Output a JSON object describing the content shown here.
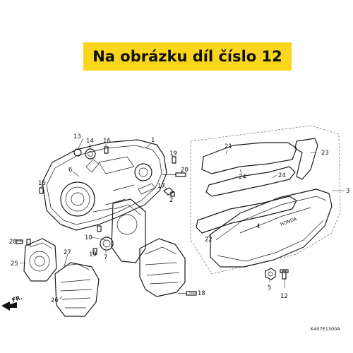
{
  "banner": {
    "text": "Na obrázku díl číslo 12",
    "color": "#f9d51c"
  },
  "labels": {
    "l1": "1",
    "l2": "2",
    "l3": "3",
    "l4": "4",
    "l5": "5",
    "l6": "6",
    "l7": "7",
    "l10": "10",
    "l12": "12",
    "l13": "13",
    "l14": "14",
    "l16a": "16",
    "l16b": "16",
    "l17": "17",
    "l18": "18",
    "l19a": "19",
    "l19b": "19",
    "l20": "20",
    "l21": "21",
    "l22": "22",
    "l23": "23",
    "l24a": "24",
    "l24b": "24",
    "l25": "25",
    "l26": "26",
    "l27": "27",
    "l28": "28"
  },
  "direction": {
    "text": "FR."
  },
  "diagram_code": "K407E1300A",
  "cover_brand": "HONDA",
  "icons": [
    "front-arrow-icon"
  ]
}
